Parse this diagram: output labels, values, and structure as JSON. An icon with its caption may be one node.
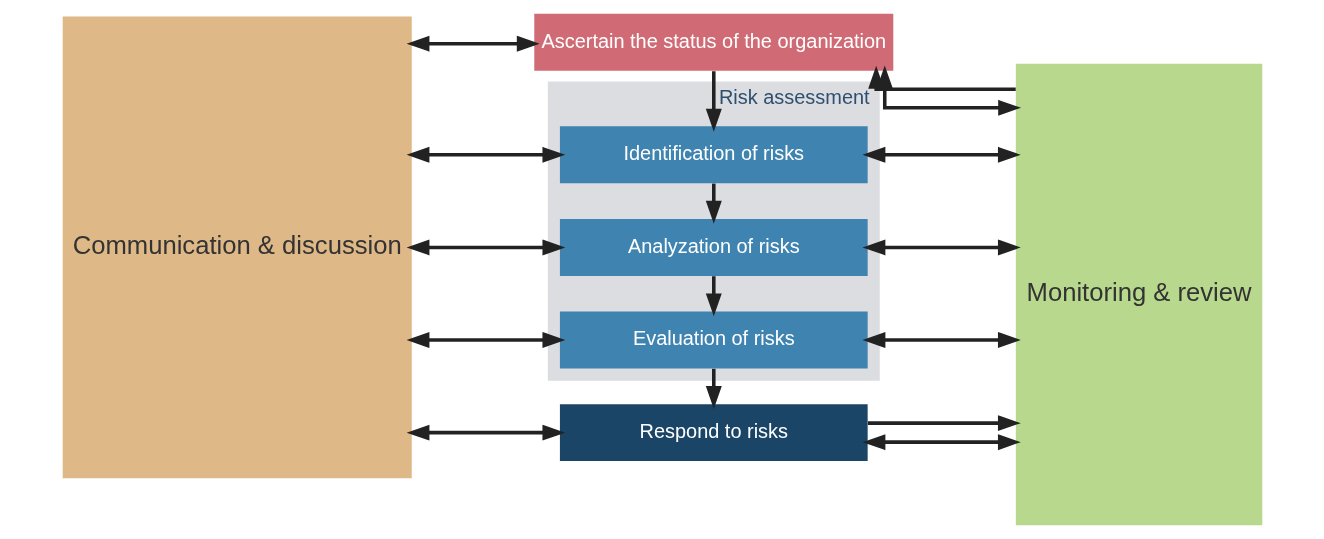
{
  "diagram": {
    "nodes": [
      {
        "text": [
          "Communication & discussion"
        ]
      },
      {
        "text": [
          "Ascertain the status of the organization"
        ]
      },
      {
        "text": [
          "Risk assessment"
        ]
      },
      {
        "text": [
          "Identification of risks"
        ],
        "in": 2
      },
      {
        "text": [
          "Analyzation of risks"
        ],
        "in": 2
      },
      {
        "text": [
          "Evaluation of risks"
        ],
        "in": 2
      },
      {
        "text": [
          "Respond to risks"
        ]
      },
      {
        "text": [
          "Monitoring & review"
        ]
      }
    ],
    "edges": [
      {
        "from": 0,
        "to": 1,
        "arrow": "both"
      },
      {
        "from": 1,
        "to": 7,
        "arrow": "both"
      },
      {
        "from": 0,
        "to": 3,
        "arrow": "both"
      },
      {
        "from": 3,
        "to": 7,
        "arrow": "both"
      },
      {
        "from": 0,
        "to": 4,
        "arrow": "both"
      },
      {
        "from": 4,
        "to": 7,
        "arrow": "both"
      },
      {
        "from": 0,
        "to": 5,
        "arrow": "both"
      },
      {
        "from": 5,
        "to": 7,
        "arrow": "both"
      },
      {
        "from": 0,
        "to": 6,
        "arrow": "both"
      },
      {
        "from": 6,
        "to": 7,
        "arrow": "both"
      },
      {
        "from": 1,
        "to": 3,
        "arrow": "to"
      },
      {
        "from": 3,
        "to": 4,
        "arrow": "to"
      },
      {
        "from": 4,
        "to": 5,
        "arrow": "to"
      },
      {
        "from": 5,
        "to": 6,
        "arrow": "to"
      },
      {
        "from": 6,
        "to": 7,
        "arrow": "to"
      },
      {
        "from": 7,
        "to": 1,
        "arrow": "to"
      }
    ]
  }
}
